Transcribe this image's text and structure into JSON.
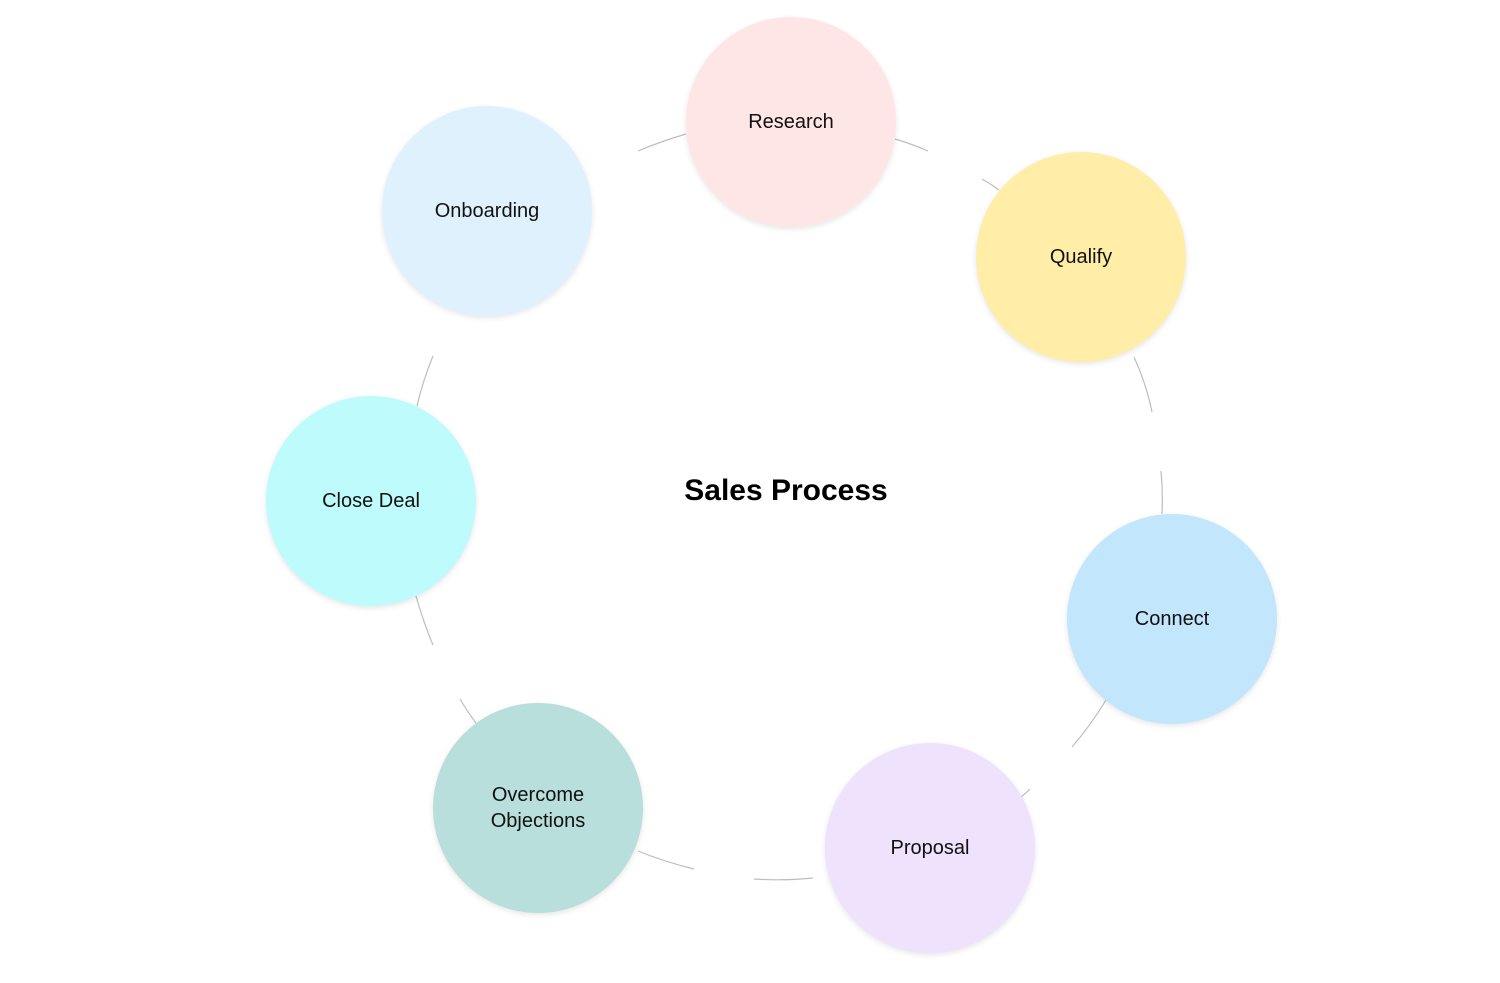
{
  "diagram": {
    "title": "Sales Process",
    "steps": [
      {
        "label": "Research",
        "color": "#ffe6e6"
      },
      {
        "label": "Qualify",
        "color": "#ffeda8"
      },
      {
        "label": "Connect",
        "color": "#c2e6fc"
      },
      {
        "label": "Proposal",
        "color": "#efe2fd"
      },
      {
        "label": "Overcome\nObjections",
        "color": "#b8dfdb"
      },
      {
        "label": "Close Deal",
        "color": "#befbfd"
      },
      {
        "label": "Onboarding",
        "color": "#e0f1fe"
      }
    ],
    "connector_color": "#bdbdbd"
  }
}
